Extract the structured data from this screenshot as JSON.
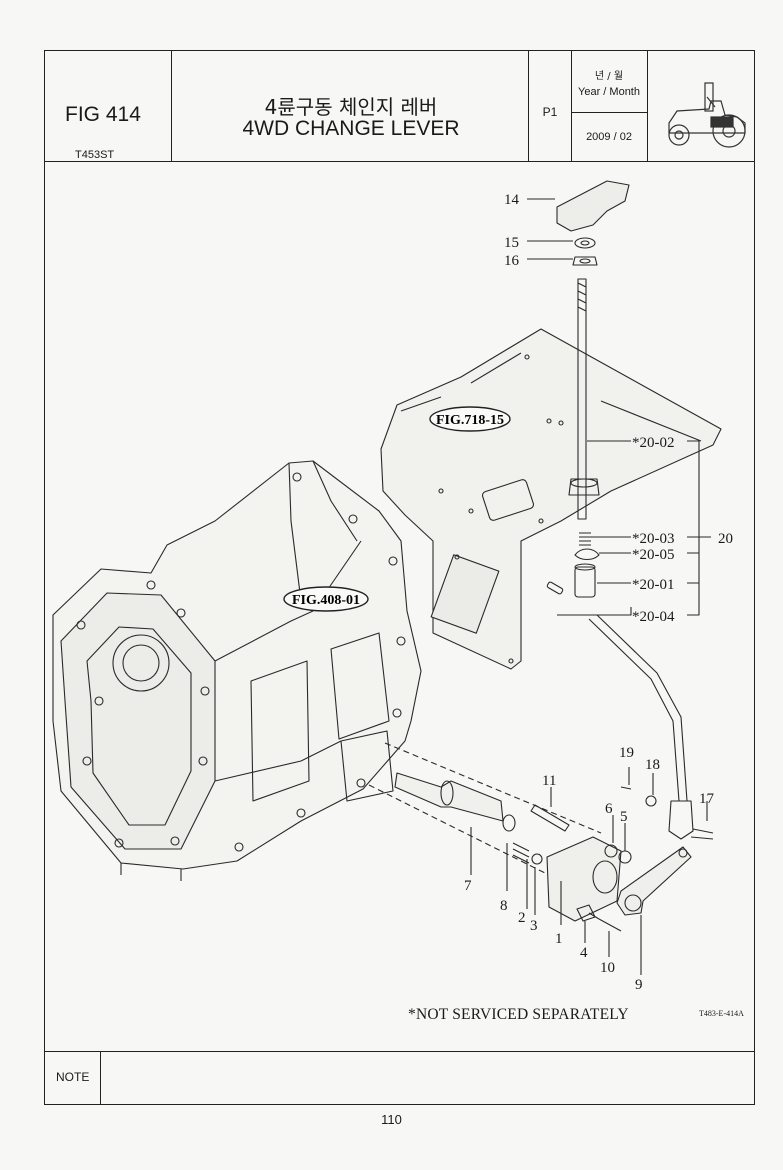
{
  "header": {
    "fig_no": "FIG 414",
    "model": "T453ST",
    "title_ko": "4륜구동 체인지 레버",
    "title_en": "4WD CHANGE LEVER",
    "page_code": "P1",
    "date_label_ko": "년 / 월",
    "date_label_en": "Year / Month",
    "date_value": "2009 / 02"
  },
  "diagram": {
    "fig_refs": [
      "FIG.718-15",
      "FIG.408-01"
    ],
    "callouts": {
      "c14": "14",
      "c15": "15",
      "c16": "16",
      "c2002": "*20-02",
      "c2003": "*20-03",
      "c2005": "*20-05",
      "c2001": "*20-01",
      "c2004": "*20-04",
      "c20": "20",
      "c19": "19",
      "c18": "18",
      "c17": "17",
      "c11": "11",
      "c6": "6",
      "c5": "5",
      "c7": "7",
      "c8": "8",
      "c2": "2",
      "c3": "3",
      "c1": "1",
      "c4": "4",
      "c10": "10",
      "c9": "9"
    },
    "footer_note": "*NOT SERVICED SEPARATELY",
    "drawing_code": "T483-E-414A"
  },
  "note": {
    "label": "NOTE",
    "content": ""
  },
  "page_number": "110"
}
